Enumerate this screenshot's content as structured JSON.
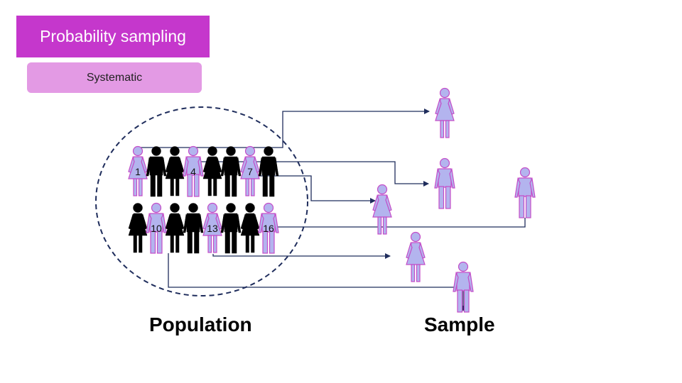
{
  "title": "Probability sampling",
  "subtitle": "Systematic",
  "population_label": "Population",
  "sample_label": "Sample",
  "colors": {
    "title_bg": "#c537cc",
    "subtitle_bg": "#e39ae4",
    "selected_fill": "#b3b4ee",
    "selected_outline": "#c44cc8",
    "unselected_fill": "#000000",
    "arrow": "#1f2d5c"
  },
  "population": {
    "rows": [
      [
        {
          "gender": "female",
          "selected": true,
          "label": "1"
        },
        {
          "gender": "male",
          "selected": false,
          "label": ""
        },
        {
          "gender": "female",
          "selected": false,
          "label": ""
        },
        {
          "gender": "male",
          "selected": true,
          "label": "4"
        },
        {
          "gender": "female",
          "selected": false,
          "label": ""
        },
        {
          "gender": "male",
          "selected": false,
          "label": ""
        },
        {
          "gender": "female",
          "selected": true,
          "label": "7"
        },
        {
          "gender": "male",
          "selected": false,
          "label": ""
        }
      ],
      [
        {
          "gender": "female",
          "selected": false,
          "label": ""
        },
        {
          "gender": "male",
          "selected": true,
          "label": "10"
        },
        {
          "gender": "female",
          "selected": false,
          "label": ""
        },
        {
          "gender": "male",
          "selected": false,
          "label": ""
        },
        {
          "gender": "female",
          "selected": true,
          "label": "13"
        },
        {
          "gender": "male",
          "selected": false,
          "label": ""
        },
        {
          "gender": "female",
          "selected": false,
          "label": ""
        },
        {
          "gender": "male",
          "selected": true,
          "label": "16"
        }
      ]
    ]
  },
  "sample": [
    {
      "gender": "female",
      "from": "1"
    },
    {
      "gender": "male",
      "from": "4"
    },
    {
      "gender": "female",
      "from": "7"
    },
    {
      "gender": "male",
      "from": "16"
    },
    {
      "gender": "female",
      "from": "13"
    },
    {
      "gender": "male",
      "from": "10"
    }
  ]
}
